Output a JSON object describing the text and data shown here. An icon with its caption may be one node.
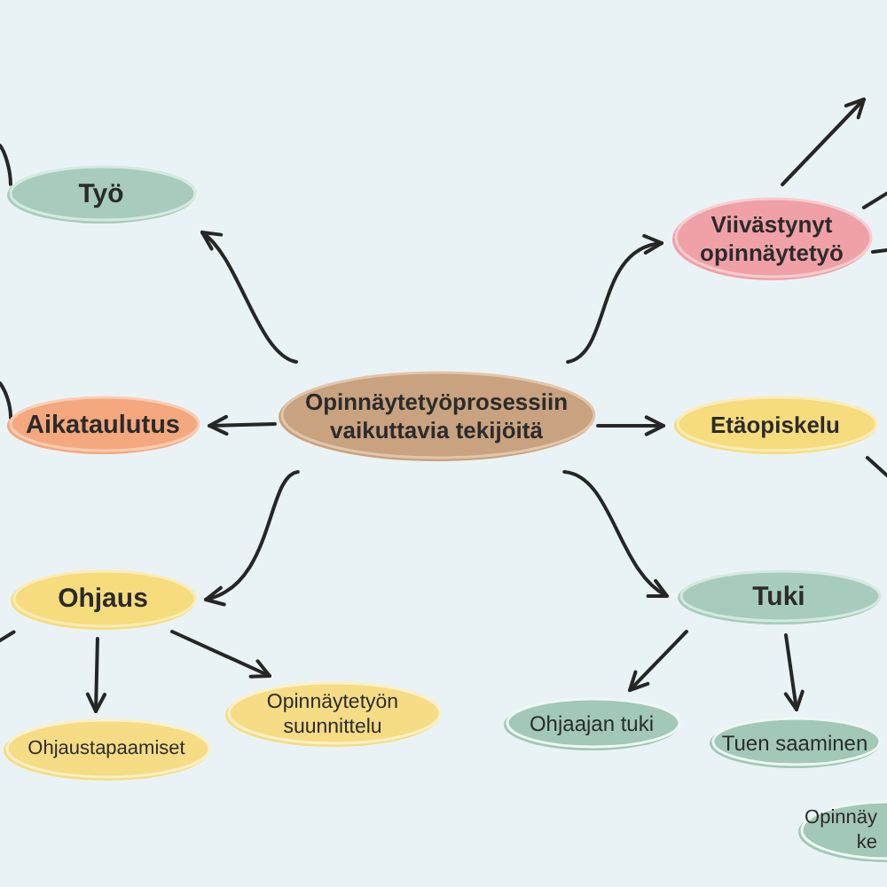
{
  "diagram": {
    "nodes": [
      {
        "text": [
          "Työ"
        ]
      },
      {
        "text": [
          "Viivästynyt opinnäytetyö"
        ]
      },
      {
        "text": [
          "Aikataulutus"
        ]
      },
      {
        "text": [
          "Opinnäytetyöprosessiin vaikuttavia tekijöitä"
        ]
      },
      {
        "text": [
          "Etäopiskelu"
        ]
      },
      {
        "text": [
          "Ohjaus"
        ]
      },
      {
        "text": [
          "Tuki"
        ]
      },
      {
        "text": [
          "Ohjaustapaamiset"
        ]
      },
      {
        "text": [
          "Opinnäytetyön suunnittelu"
        ]
      },
      {
        "text": [
          "Ohjaajan tuki"
        ]
      },
      {
        "text": [
          "Tuen saaminen"
        ]
      },
      {
        "text": [
          "Opinnäy ke"
        ]
      }
    ],
    "edges": [
      {
        "from": 3,
        "to": 0,
        "arrow": "to"
      },
      {
        "from": 3,
        "to": 2,
        "arrow": "to"
      },
      {
        "from": 3,
        "to": 5,
        "arrow": "to"
      },
      {
        "from": 3,
        "to": 1,
        "arrow": "to"
      },
      {
        "from": 3,
        "to": 4,
        "arrow": "to"
      },
      {
        "from": 3,
        "to": 6,
        "arrow": "to"
      },
      {
        "from": 5,
        "to": 7,
        "arrow": "to"
      },
      {
        "from": 5,
        "to": 8,
        "arrow": "to"
      },
      {
        "from": 6,
        "to": 9,
        "arrow": "to"
      },
      {
        "from": 6,
        "to": 10,
        "arrow": "to"
      },
      {
        "from": 0,
        "to": null,
        "arrow": "none"
      },
      {
        "from": 2,
        "to": null,
        "arrow": "none"
      },
      {
        "from": 5,
        "to": null,
        "arrow": "none"
      },
      {
        "from": 1,
        "to": null,
        "arrow": "to"
      },
      {
        "from": 1,
        "to": null,
        "arrow": "none"
      },
      {
        "from": 1,
        "to": null,
        "arrow": "none"
      },
      {
        "from": 4,
        "to": null,
        "arrow": "none"
      }
    ]
  }
}
